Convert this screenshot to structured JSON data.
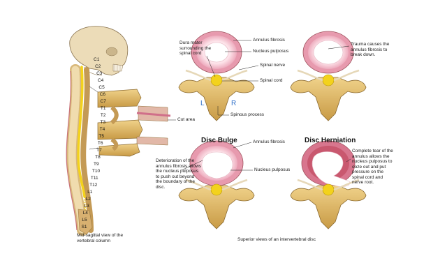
{
  "column": {
    "vertebrae": [
      "C1",
      "C2",
      "C3",
      "C4",
      "C5",
      "C6",
      "C7",
      "T1",
      "T2",
      "T3",
      "T4",
      "T5",
      "T6",
      "T7",
      "T8",
      "T9",
      "T10",
      "T11",
      "T12",
      "L1",
      "L2",
      "L3",
      "L4",
      "L5",
      "S1"
    ],
    "caption": "Mid-sagittal view of the vertebral column",
    "cut_label": "Cut area"
  },
  "normal": {
    "annulus": "Annulus fibrosis",
    "nucleus": "Nucleus pulposus",
    "dura": "Dura mater surrounding the spinal cord",
    "nerve": "Spinal nerve",
    "cord": "Spinal cord",
    "spinous": "Spinous process",
    "left": "L",
    "right": "R",
    "trauma": "Trauma causes the annulus fibrosis to break down."
  },
  "bulge": {
    "title": "Disc Bulge",
    "desc": "Deterioration of the annulus fibrosis allows the nucleus pulposus to push out beyond the boundary of the disc.",
    "annulus": "Annulus fibrosis",
    "nucleus": "Nucleus pulposus"
  },
  "herniation": {
    "title": "Disc Herniation",
    "desc": "Complete tear of the annulus allows the nucleus pulposus to ooze out and put pressure on the spinal cord and nerve root."
  },
  "footer": "Superior views of an intervertebral disc",
  "colors": {
    "bone": "#e0bf72",
    "bone_dark": "#b8913f",
    "annulus": "#f2b8c6",
    "nucleus": "#ffffff",
    "cord": "#f3d21c",
    "label_blue": "#2f6fc9"
  }
}
